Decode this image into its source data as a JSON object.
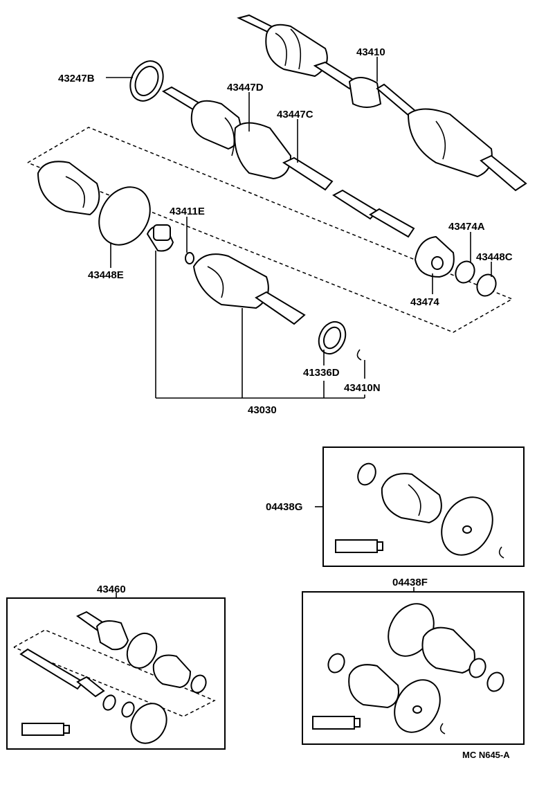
{
  "labels": {
    "l43410": "43410",
    "l43247B": "43247B",
    "l43447D": "43447D",
    "l43447C": "43447C",
    "l43411E": "43411E",
    "l43448E": "43448E",
    "l43474A": "43474A",
    "l43448C": "43448C",
    "l43474": "43474",
    "l41336D": "41336D",
    "l43410N": "43410N",
    "l43030": "43030",
    "l04438G": "04438G",
    "l43460": "43460",
    "l04438F": "04438F"
  },
  "diagram_code": "MC N645-A"
}
